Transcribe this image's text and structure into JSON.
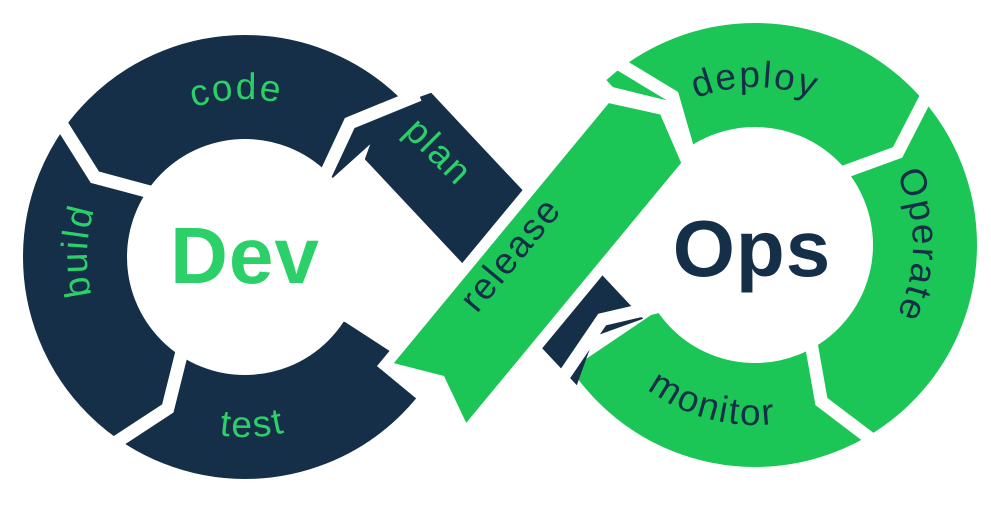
{
  "diagram": {
    "labels": {
      "dev": "Dev",
      "ops": "Ops",
      "plan": "plan",
      "code": "code",
      "build": "build",
      "test": "test",
      "release": "release",
      "deploy": "deploy",
      "operate": "Operate",
      "monitor": "monitor"
    },
    "flow_order": [
      "plan",
      "code",
      "build",
      "test",
      "release",
      "deploy",
      "Operate",
      "monitor"
    ],
    "colors": {
      "navy": "#142F47",
      "green": "#1CC656",
      "text_green": "#2BD168",
      "background": "#ffffff"
    }
  }
}
